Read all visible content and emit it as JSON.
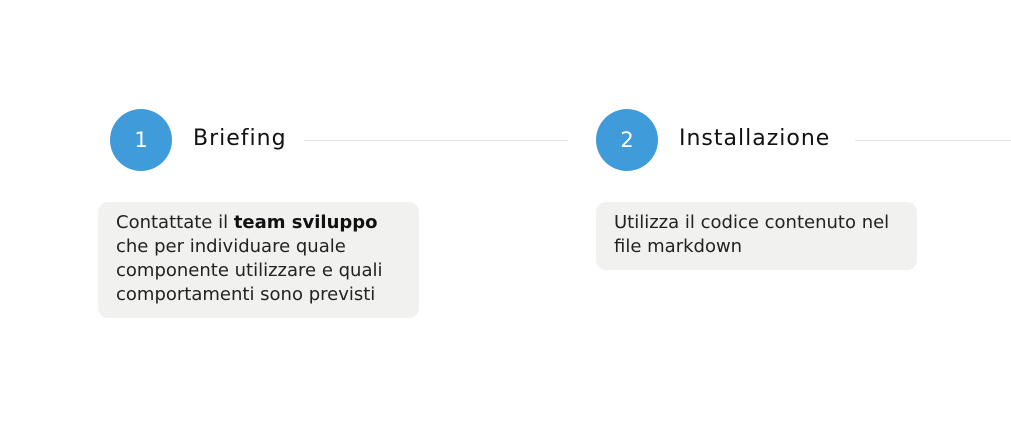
{
  "steps": [
    {
      "number": "1",
      "title": "Briefing",
      "description": {
        "before": "Contattate il ",
        "bold": "team sviluppo",
        "after": " che per individuare quale componente utilizzare e quali comportamenti sono previsti"
      }
    },
    {
      "number": "2",
      "title": "Installazione",
      "description": {
        "text": "Utilizza il codice contenuto nel file markdown"
      }
    }
  ],
  "colors": {
    "accent": "#3f9bd9",
    "card_background": "#f1f1ef",
    "divider": "#e3e3e3"
  }
}
